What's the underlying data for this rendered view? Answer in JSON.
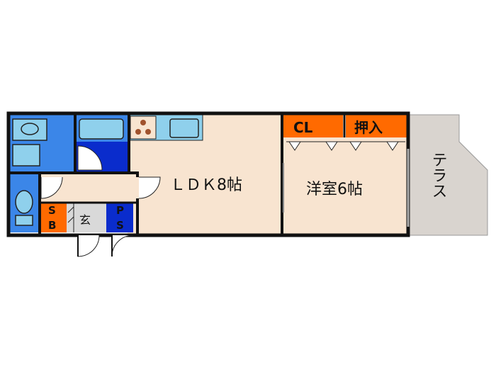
{
  "rooms": {
    "ldk": "ＬＤＫ8帖",
    "western": "洋室6帖",
    "terrace": "テラス",
    "closet": "CL",
    "oshiire": "押入",
    "entrance": "玄",
    "sb_s": "S",
    "sb_b": "B",
    "ps_p": "P",
    "ps_s": "S"
  },
  "colors": {
    "blue": "#3b86e8",
    "light_blue": "#8fd0ec",
    "navy": "#0a2ccc",
    "orange": "#ff6a00",
    "floor": "#f8e4d0",
    "terrace": "#d9d4cf",
    "wall": "#111111"
  }
}
